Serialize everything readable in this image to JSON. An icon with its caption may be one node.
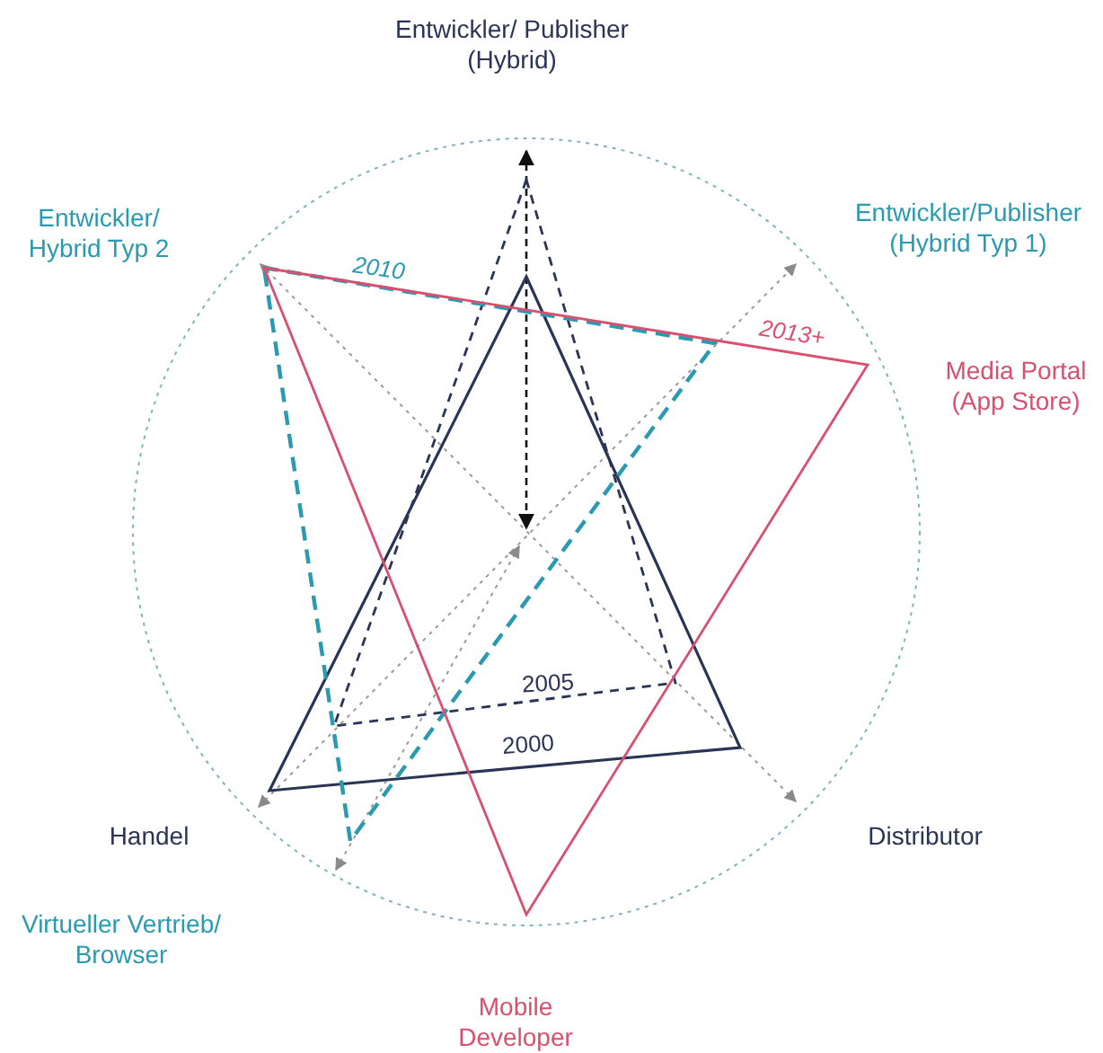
{
  "diagram": {
    "nodes": [
      {
        "text": [
          "Entwickler/ Publisher (Hybrid)"
        ]
      },
      {
        "text": [
          "Entwickler/ Hybrid Typ 2"
        ]
      },
      {
        "text": [
          "Entwickler/Publisher (Hybrid Typ 1)"
        ]
      },
      {
        "text": [
          "Media Portal (App Store)"
        ]
      },
      {
        "text": [
          "Handel"
        ]
      },
      {
        "text": [
          "Distributor"
        ]
      },
      {
        "text": [
          "Virtueller Vertrieb/ Browser"
        ]
      },
      {
        "text": [
          "Mobile Developer"
        ]
      }
    ],
    "labels": [
      "2010",
      "2013+",
      "2005",
      "2000"
    ]
  }
}
